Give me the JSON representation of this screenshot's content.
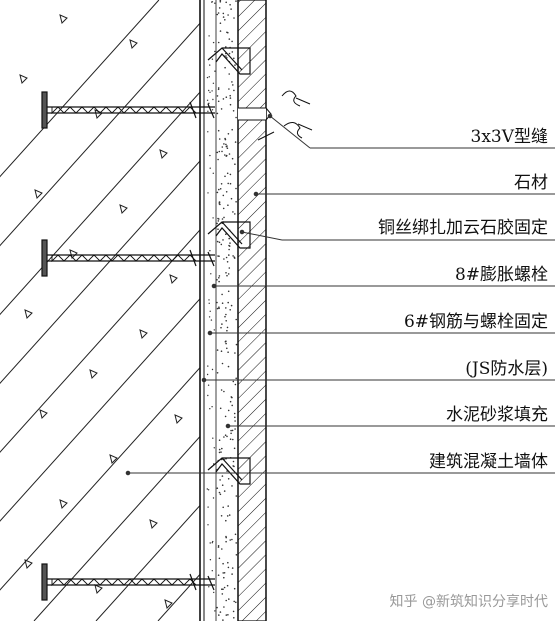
{
  "labels": [
    {
      "id": "v-joint",
      "text": "3x3V型缝"
    },
    {
      "id": "stone",
      "text": "石材"
    },
    {
      "id": "copper-wire",
      "text": "铜丝绑扎加云石胶固定"
    },
    {
      "id": "expansion-bolt",
      "text": "8#膨胀螺栓"
    },
    {
      "id": "rebar",
      "text": "6#钢筋与螺栓固定"
    },
    {
      "id": "waterproof",
      "text": "(JS防水层)"
    },
    {
      "id": "mortar",
      "text": "水泥砂浆填充"
    },
    {
      "id": "concrete-wall",
      "text": "建筑混凝土墙体"
    }
  ],
  "watermark": "知乎 @新筑知识分享时代",
  "colors": {
    "line": "#111111",
    "label_line": "#333333",
    "watermark": "#999999"
  }
}
